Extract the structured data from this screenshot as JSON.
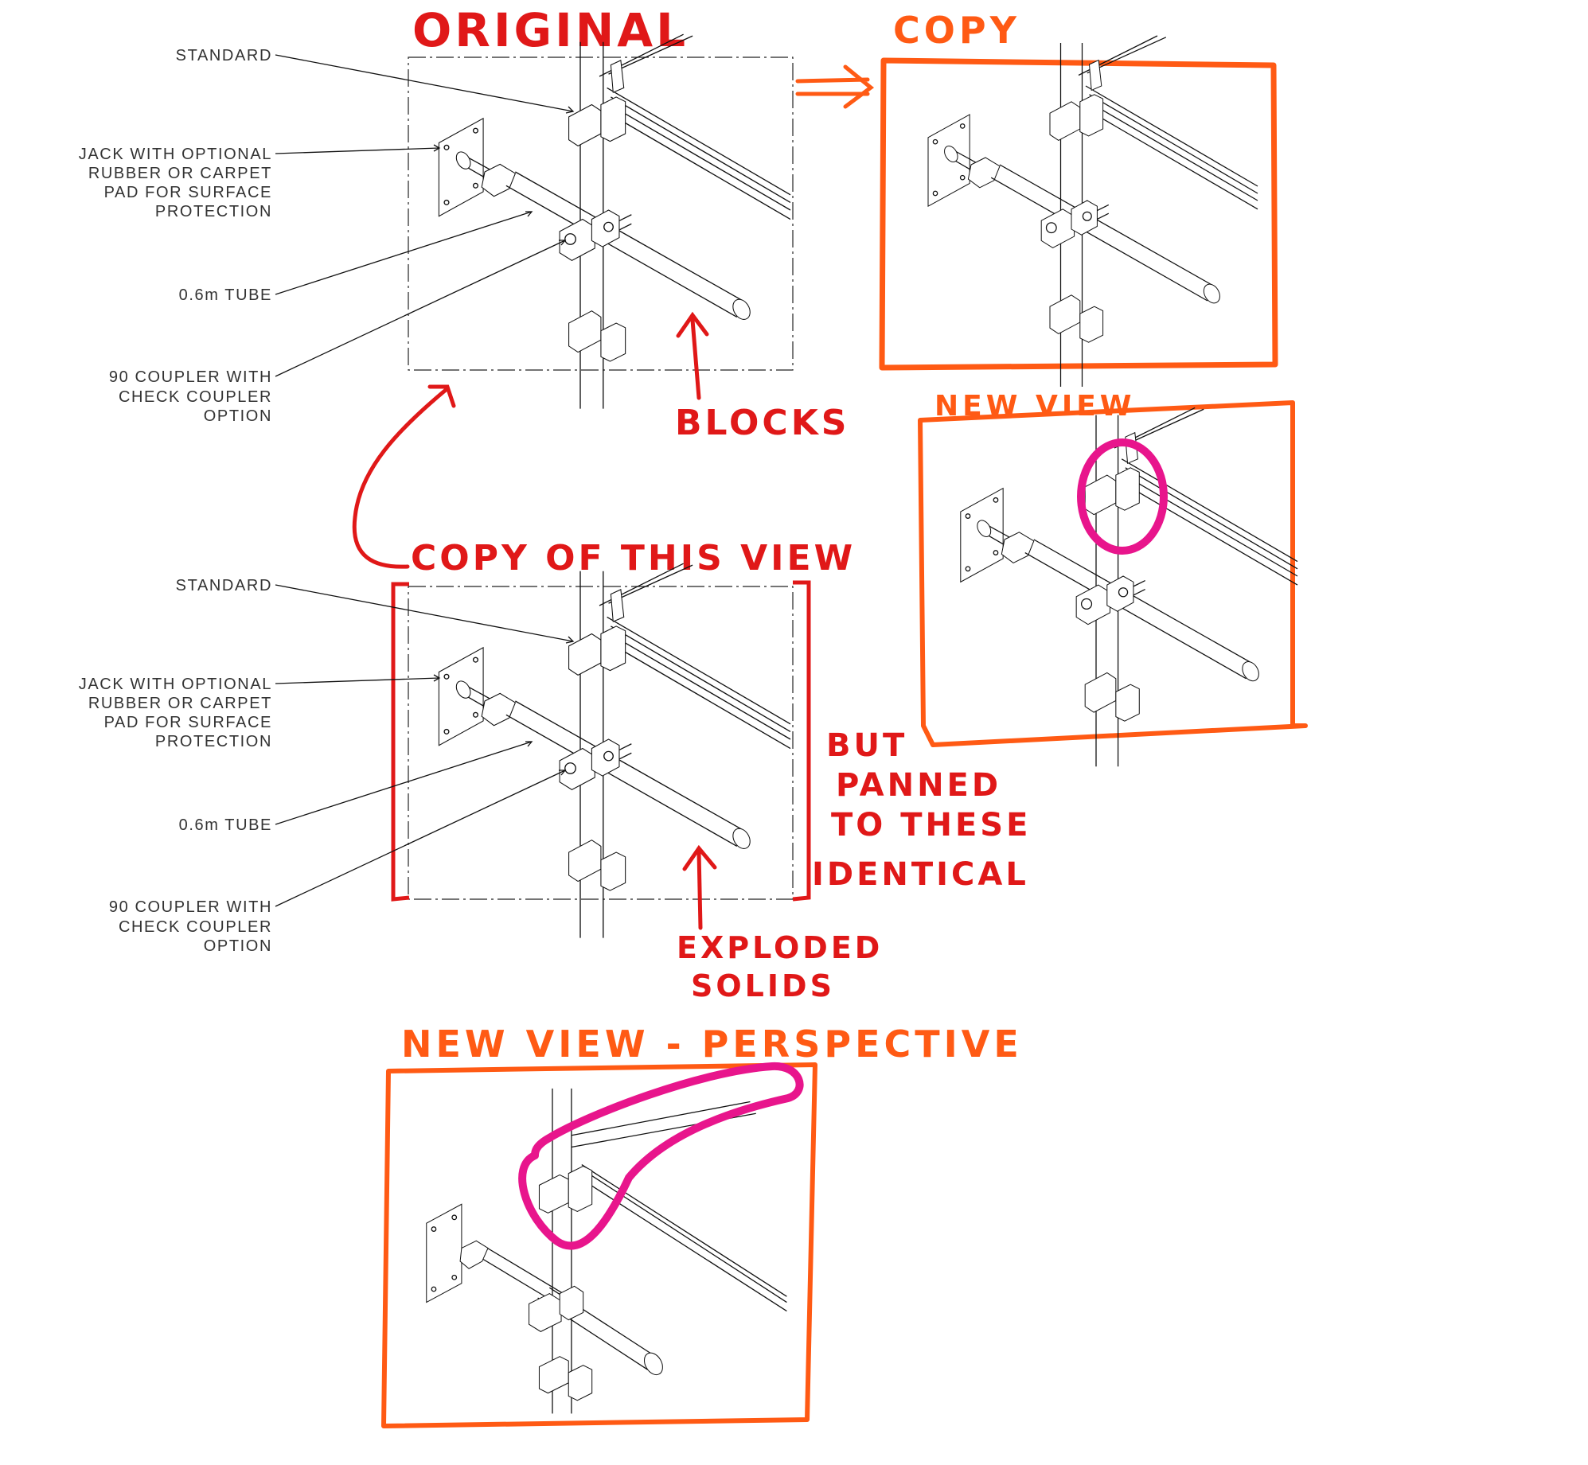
{
  "headings": {
    "original": "ORIGINAL",
    "copy": "COPY",
    "new_view": "NEW VIEW",
    "copy_of_this_view": "COPY OF THIS VIEW",
    "new_view_perspective": "NEW VIEW - PERSPECTIVE"
  },
  "notes": {
    "blocks": "BLOCKS",
    "but_panned": [
      "BUT",
      "PANNED",
      "TO THESE",
      "IDENTICAL"
    ],
    "exploded_solids": [
      "EXPLODED",
      "SOLIDS"
    ]
  },
  "callouts": {
    "standard": "STANDARD",
    "jack": [
      "JACK WITH OPTIONAL",
      "RUBBER OR CARPET",
      "PAD FOR SURFACE",
      "PROTECTION"
    ],
    "tube": "0.6m TUBE",
    "coupler": [
      "90 COUPLER WITH",
      "CHECK COUPLER",
      "OPTION"
    ]
  },
  "colors": {
    "red_ink": "#e01818",
    "orange_ink": "#ff5a14",
    "magenta_ink": "#e8158c",
    "drawing_ink": "#111111"
  }
}
